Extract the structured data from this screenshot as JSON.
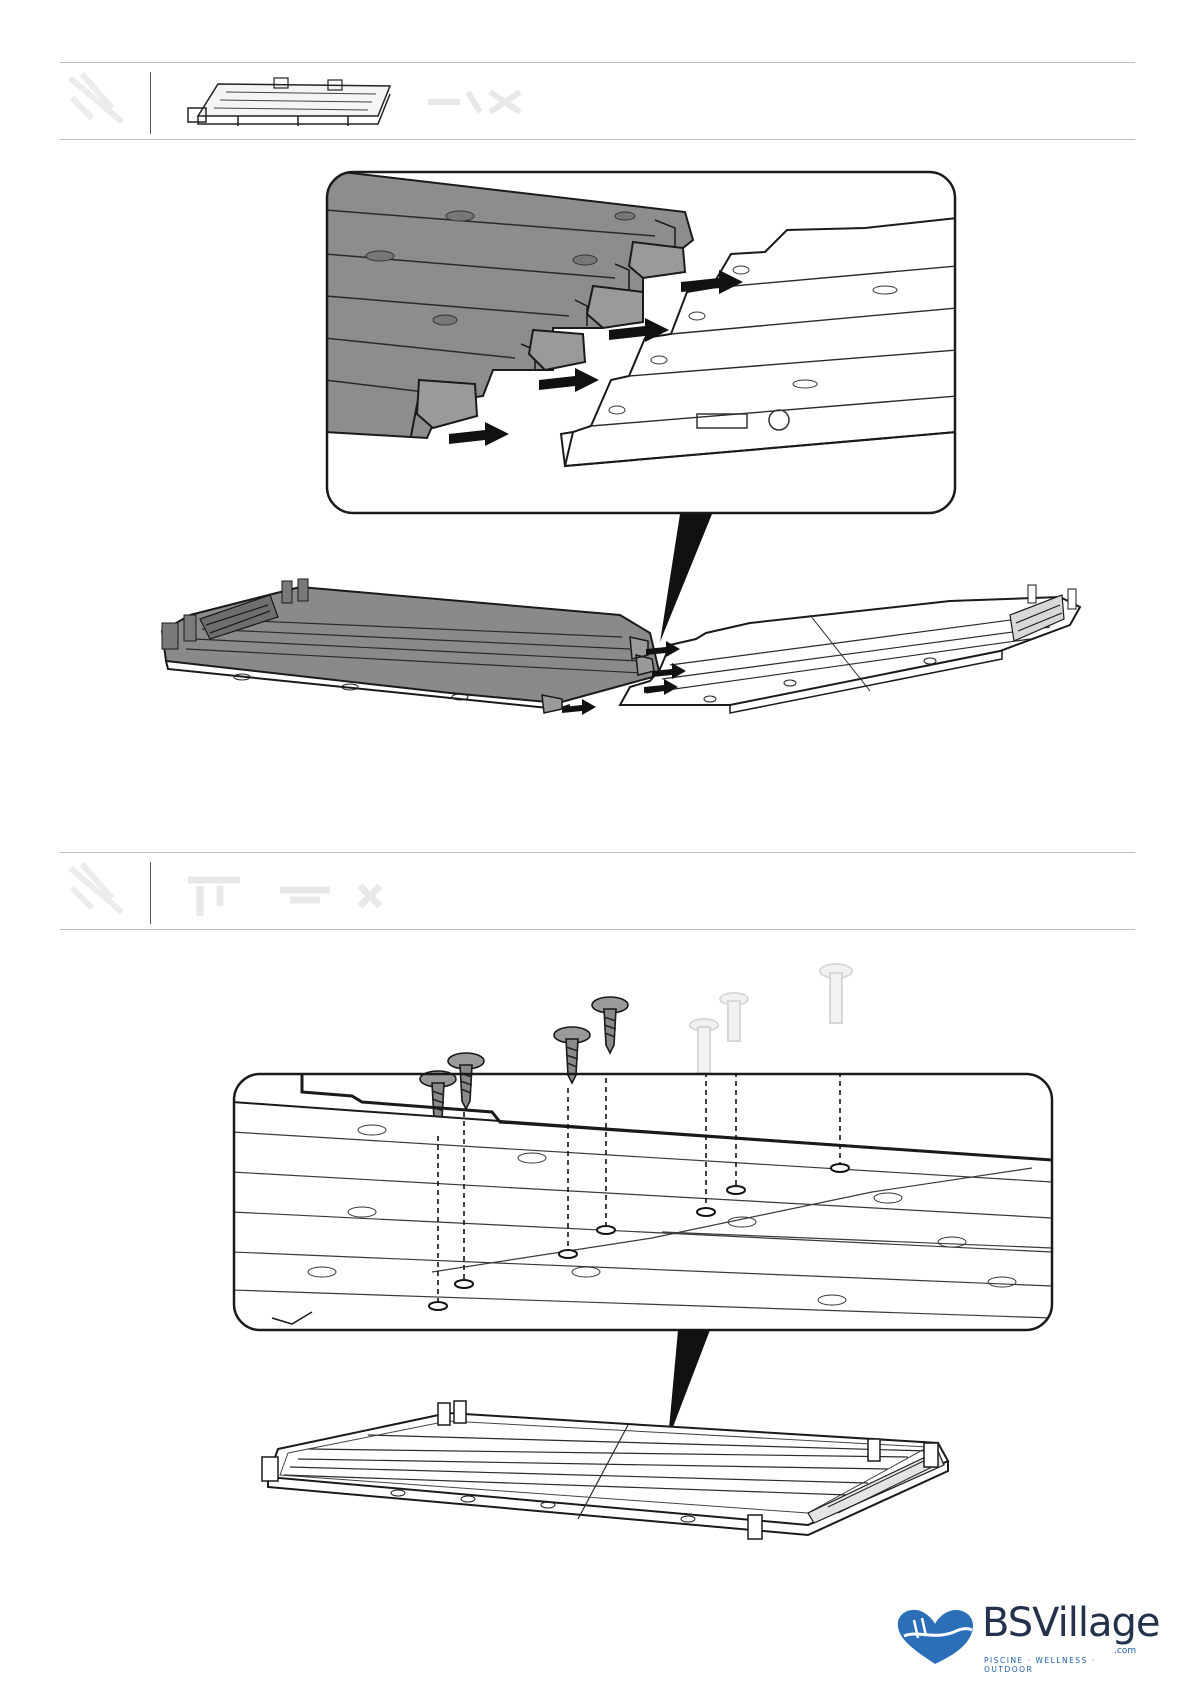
{
  "logo": {
    "name": "BSVillage",
    "domain": ".com",
    "tagline": "PISCINE · WELLNESS · OUTDOOR",
    "brand_color": "#1f5fa8",
    "heart_color": "#2a6fb8"
  },
  "colors": {
    "panel_dark": "#8a8a8a",
    "panel_light": "#ffffff",
    "line": "#1a1a1a",
    "rule": "#bdbdbd"
  }
}
